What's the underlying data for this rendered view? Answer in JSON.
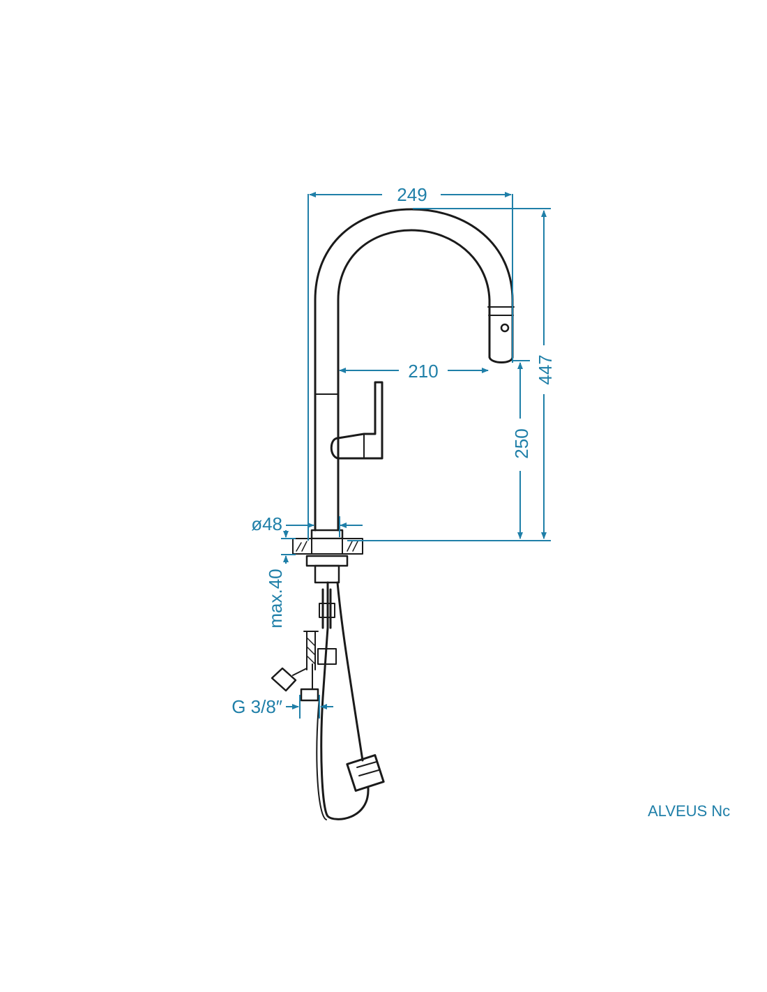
{
  "colors": {
    "dimension": "#1f7fa8",
    "outline": "#1a1a1a",
    "background": "#ffffff"
  },
  "dimensions": {
    "width_total": "249",
    "spout_reach": "210",
    "spout_height": "250",
    "height_total": "447",
    "base_diameter": "ø48",
    "deck_thickness": "max.40",
    "connection_thread": "G 3/8″"
  },
  "caption": "ALVEUS Nc"
}
